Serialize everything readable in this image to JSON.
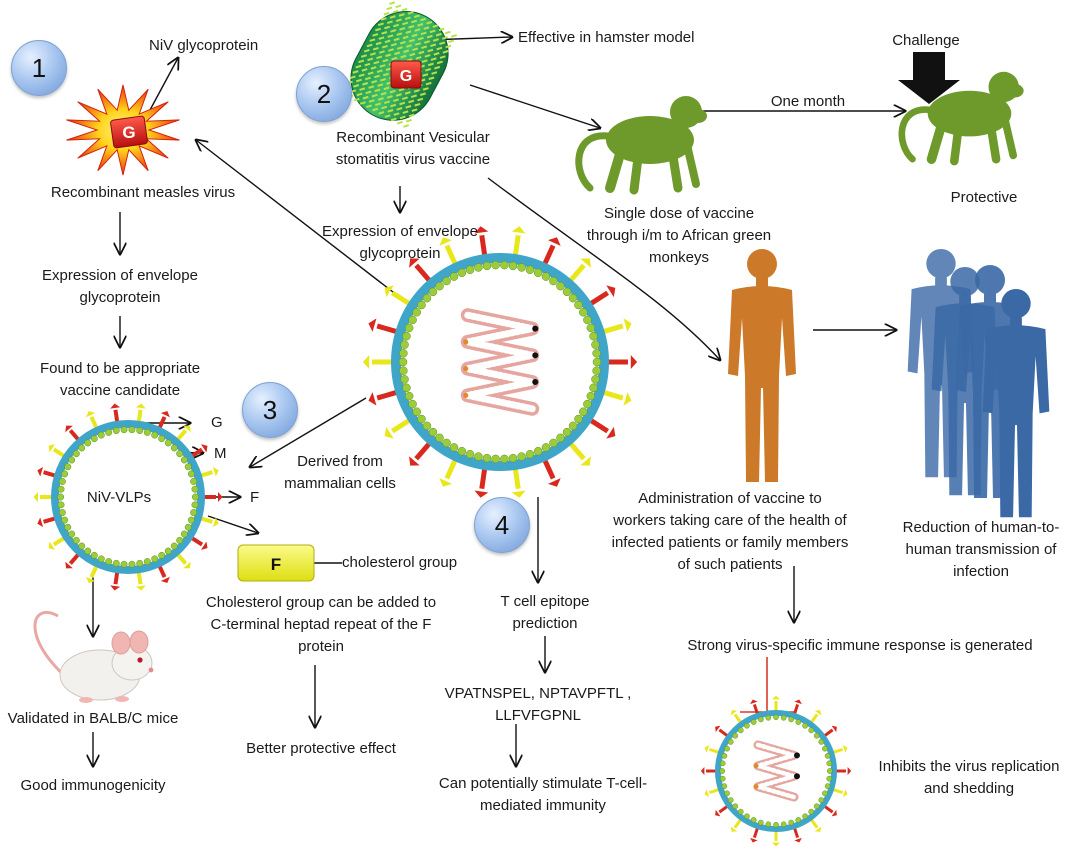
{
  "badges": [
    "1",
    "2",
    "3",
    "4"
  ],
  "measles": {
    "glyco_label": "NiV glycoprotein",
    "g_tag": "G",
    "title": "Recombinant measles virus",
    "expr": [
      "Expression of envelope",
      "glycoprotein"
    ],
    "found": [
      "Found to be appropriate",
      "vaccine candidate"
    ]
  },
  "vsv": {
    "g_tag": "G",
    "effective": "Effective in hamster model",
    "title": [
      "Recombinant Vesicular",
      "stomatitis virus  vaccine"
    ],
    "expr": [
      "Expression of envelope",
      "glycoprotein"
    ]
  },
  "monkey": {
    "one_month": "One month",
    "challenge": "Challenge",
    "single_dose": [
      "Single dose of vaccine",
      "through i/m to African green",
      "monkeys"
    ],
    "protective": "Protective"
  },
  "vlp": {
    "label": "NiV-VLPs",
    "g": "G",
    "m": "M",
    "f": "F",
    "derived": [
      "Derived from",
      "mammalian cells"
    ],
    "f_box": "F",
    "cholesterol_group": "cholesterol group",
    "cholesterol_text": [
      "Cholesterol group can be added to",
      "C-terminal heptad repeat of the F",
      "protein"
    ],
    "better": "Better protective effect",
    "validated": "Validated in BALB/C mice",
    "good": "Good immunogenicity"
  },
  "tcell": {
    "prediction": [
      "T cell epitope",
      "prediction"
    ],
    "peptides": [
      "VPATNSPEL, NPTAVPFTL ,",
      "LLFVFGPNL"
    ],
    "stimulate": [
      "Can potentially stimulate T-cell-",
      "mediated immunity"
    ]
  },
  "human": {
    "administration": [
      "Administration of vaccine to",
      "workers taking care of the health of",
      "infected patients or family members",
      "of such patients"
    ],
    "reduction": [
      "Reduction of human-to-",
      "human transmission of",
      "infection"
    ],
    "strong": "Strong virus-specific immune response is generated",
    "inhibits": [
      "Inhibits the virus replication",
      "and shedding"
    ]
  },
  "colors": {
    "monkey": "#6e9a2c",
    "human": "#cc7a2a",
    "crowd": "#3a69a6",
    "envelope": "#3fa6c9",
    "spike_red": "#d9281e",
    "spike_yellow": "#e9e61a",
    "inhibit": "#d83a2a"
  }
}
